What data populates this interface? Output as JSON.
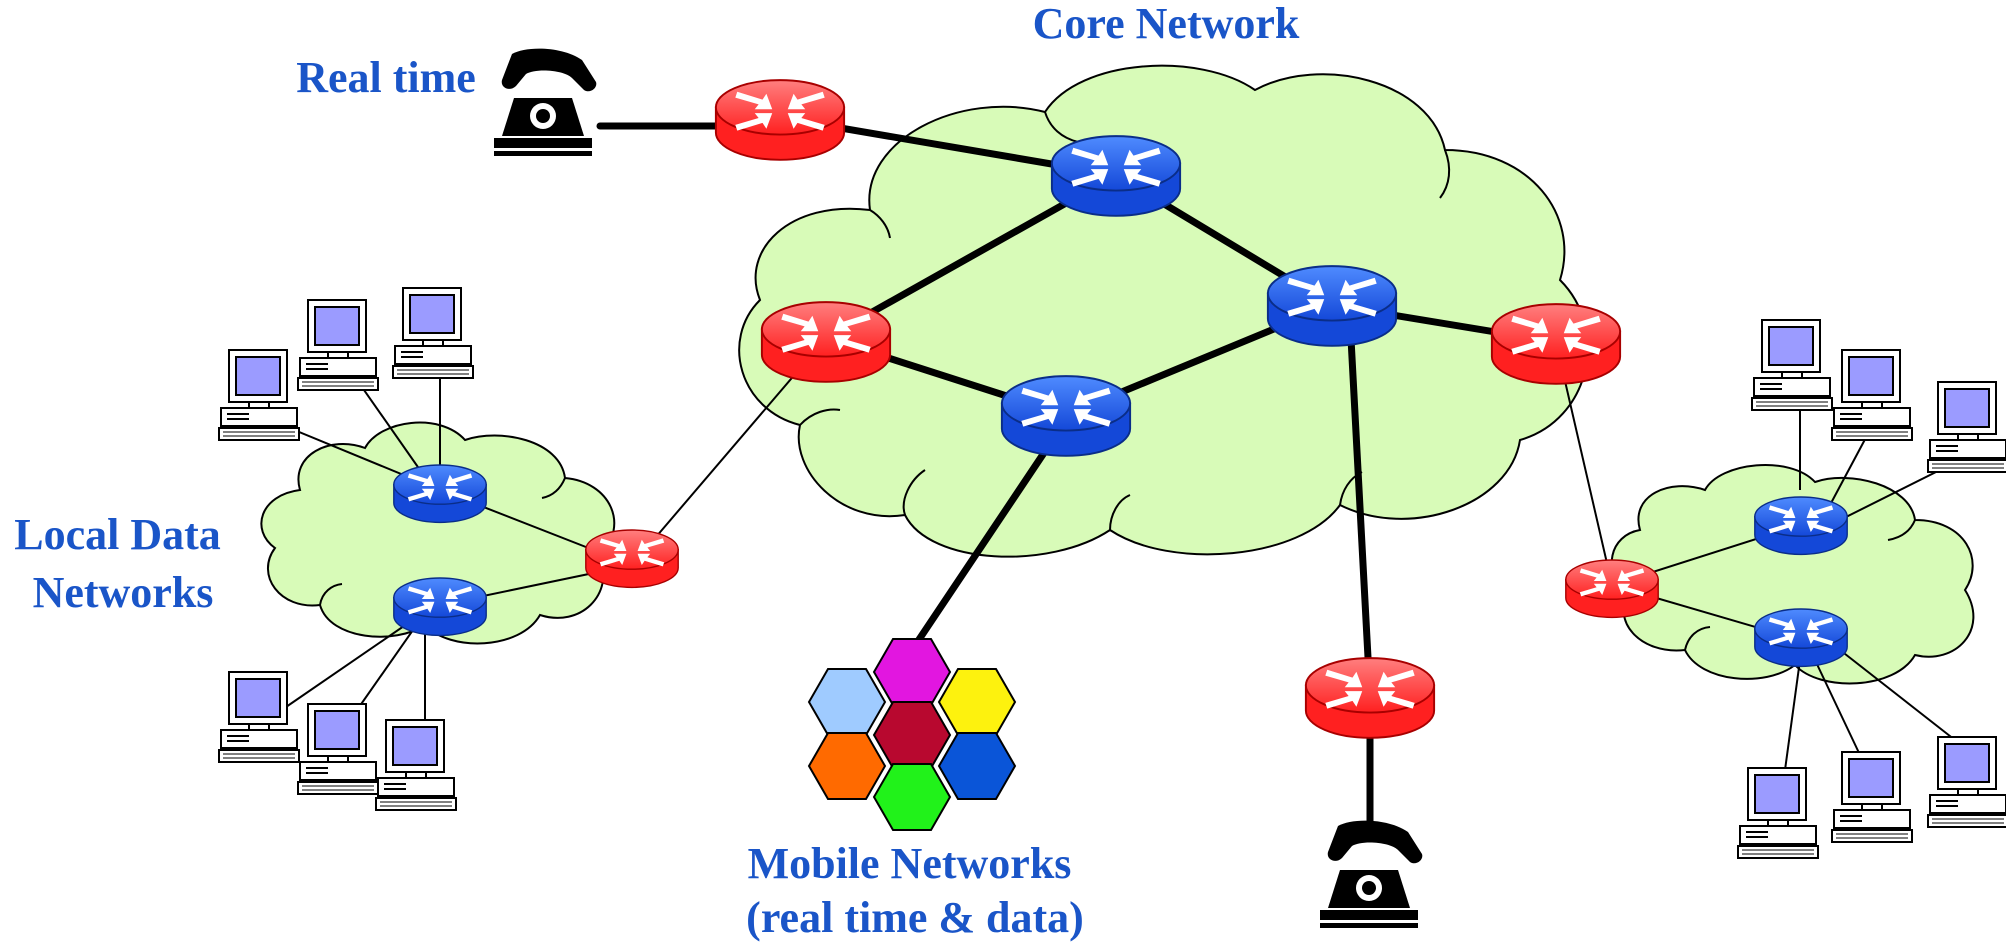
{
  "labels": {
    "core": "Core Network",
    "real_time": "Real time",
    "local_line1": "Local Data",
    "local_line2": "Networks",
    "mobile_line1": "Mobile Networks",
    "mobile_line2": "(real time & data)"
  },
  "colors": {
    "label_text": "#1a55c8",
    "cloud_fill": "#d8fbb8",
    "router_core": "#1f5ff0",
    "router_edge": "#ff3434",
    "pc_screen": "#9b9bff",
    "hex_cells": [
      "#e216e0",
      "#9fcbff",
      "#fdf20e",
      "#b8082f",
      "#ff6a00",
      "#0a55d8",
      "#21f21a"
    ]
  },
  "icons": {
    "router_core": "router-core-icon",
    "router_edge": "router-edge-icon",
    "telephone": "telephone-icon",
    "computer": "computer-icon",
    "cellular": "hexagon-cell-icon"
  }
}
